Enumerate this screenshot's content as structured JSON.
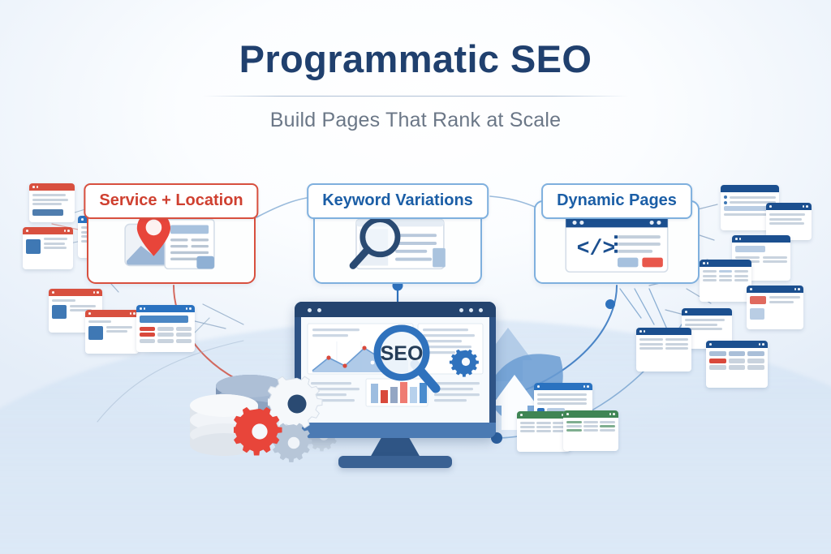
{
  "header": {
    "title": "Programmatic SEO",
    "subtitle": "Build Pages That Rank at Scale"
  },
  "colors": {
    "title": "#20406e",
    "subtitle": "#6b7787",
    "accent_red": "#d8503f",
    "accent_red_text": "#cf4030",
    "accent_blue": "#1b5ea6",
    "accent_blue_border": "#7fb0de",
    "monitor_navy": "#24446f",
    "background": "#e7f0fa",
    "spreadsheet_green": "#3f8554"
  },
  "cards": [
    {
      "id": "service-location",
      "label": "Service + Location",
      "theme": "red",
      "icons": [
        "map-pin-icon",
        "document-icon"
      ]
    },
    {
      "id": "keyword-variations",
      "label": "Keyword Variations",
      "theme": "blue",
      "icons": [
        "magnifier-icon",
        "document-icon"
      ]
    },
    {
      "id": "dynamic-pages",
      "label": "Dynamic Pages",
      "theme": "blue",
      "icons": [
        "code-brackets-icon",
        "browser-window-icon"
      ],
      "code_glyph": "</>"
    }
  ],
  "monitor": {
    "screen_label": "SEO",
    "icons": [
      "magnifier-icon",
      "gear-icon",
      "area-chart-icon",
      "bar-chart-icon"
    ],
    "chart_bar_colors": [
      "#9dbde0",
      "#d9493c",
      "#93a6c4",
      "#ef7b72",
      "#b7d1ec",
      "#4a8cce"
    ],
    "area_marker_color": "#d9493c"
  },
  "decor": {
    "database_icon": "database-icon",
    "gears": [
      "gear-icon-red",
      "gear-icon-white",
      "gear-icon-gray-large",
      "gear-icon-gray-small"
    ],
    "arrows": [
      "up-arrow-icon",
      "up-arrow-icon"
    ],
    "left_windows_count": 6,
    "right_windows_count": 8,
    "spreadsheet_windows_count": 2
  }
}
